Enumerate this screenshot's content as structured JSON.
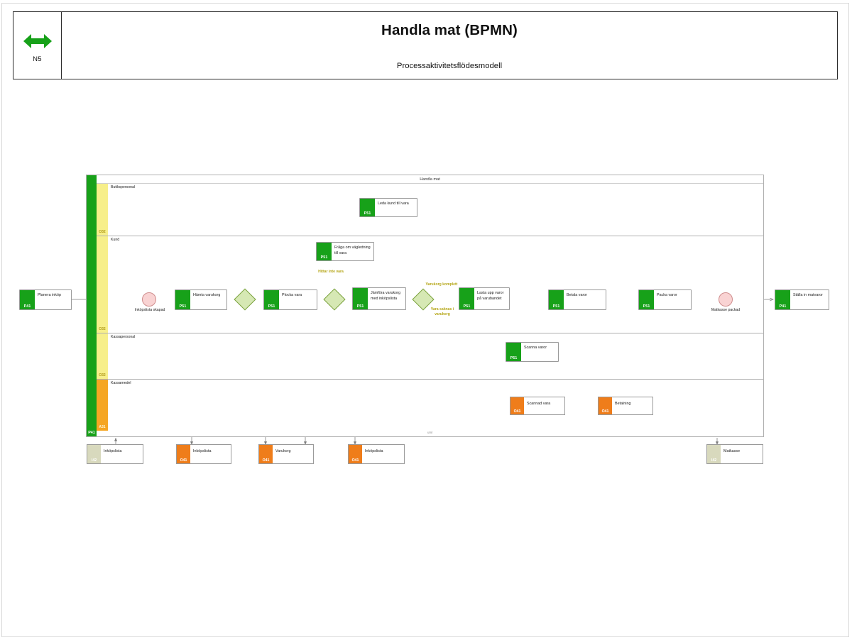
{
  "header": {
    "icon": "double-arrow-icon",
    "icon_color": "#17a119",
    "code": "N5",
    "title": "Handla mat (BPMN)",
    "subtitle": "Processaktivitetsflödesmodell"
  },
  "pool": {
    "title": "Handla mat",
    "band_code": "P41",
    "footer": "uml"
  },
  "lanes": [
    {
      "label": "Butikspersonal",
      "code": "O32",
      "band": "yellow"
    },
    {
      "label": "Kund",
      "code": "O32",
      "band": "yellow"
    },
    {
      "label": "Kassapersonal",
      "code": "O32",
      "band": "yellow"
    },
    {
      "label": "Kassamedel",
      "code": "A31",
      "band": "orange"
    }
  ],
  "tasks": [
    {
      "id": "plan",
      "code": "P41",
      "label": "Planera inköp"
    },
    {
      "id": "leda",
      "code": "P51",
      "label": "Leda kund till vara"
    },
    {
      "id": "fraga",
      "code": "P51",
      "label": "Fråga om vägledning till vara"
    },
    {
      "id": "hamta",
      "code": "P51",
      "label": "Hämta varukorg"
    },
    {
      "id": "plocka",
      "code": "P51",
      "label": "Plocka vara"
    },
    {
      "id": "jamfor",
      "code": "P51",
      "label": "Jämföra varukorg med inköpslista"
    },
    {
      "id": "lasta",
      "code": "P51",
      "label": "Lasta upp varor på varubandet"
    },
    {
      "id": "betala",
      "code": "P51",
      "label": "Betala varor"
    },
    {
      "id": "packa",
      "code": "P51",
      "label": "Packa varor"
    },
    {
      "id": "stalla",
      "code": "P41",
      "label": "Ställa in matvaror"
    },
    {
      "id": "scanna",
      "code": "P51",
      "label": "Scanna varor"
    }
  ],
  "events": [
    {
      "id": "start",
      "type": "start-event",
      "label": "Inköpslista skapad"
    },
    {
      "id": "end",
      "type": "end-event",
      "label": "Matkasse packad"
    }
  ],
  "gateways": [
    {
      "id": "gw1",
      "type": "exclusive-gateway"
    },
    {
      "id": "gw2",
      "type": "exclusive-gateway"
    },
    {
      "id": "gw3",
      "type": "exclusive-gateway"
    }
  ],
  "edge_labels": [
    {
      "id": "hittar",
      "text": "Hittar inte vara"
    },
    {
      "id": "komplett",
      "text": "Varukorg komplett"
    },
    {
      "id": "saknas",
      "text": "Vara saknas i varukorg"
    }
  ],
  "data_objects": [
    {
      "id": "do-scannad",
      "code": "O41",
      "label": "Scannad vara"
    },
    {
      "id": "do-betaln",
      "code": "O41",
      "label": "Betalning"
    },
    {
      "id": "ds-inkop-i",
      "code": "I42",
      "label": "Inköpslista"
    },
    {
      "id": "ds-inkop-1",
      "code": "O41",
      "label": "Inköpslista"
    },
    {
      "id": "ds-varukorg",
      "code": "O41",
      "label": "Varukorg"
    },
    {
      "id": "ds-inkop-2",
      "code": "O41",
      "label": "Inköpslista"
    },
    {
      "id": "ds-matkasse",
      "code": "I42",
      "label": "Matkasse"
    }
  ],
  "colors": {
    "process_green": "#17a119",
    "data_orange": "#ef7d1a",
    "store_beige": "#d8d9bd",
    "lane_yellow": "#f7ef8a",
    "lane_orange": "#f5a623",
    "gateway_green": "#d6e8b4",
    "event_pink": "#f9d3d3"
  }
}
